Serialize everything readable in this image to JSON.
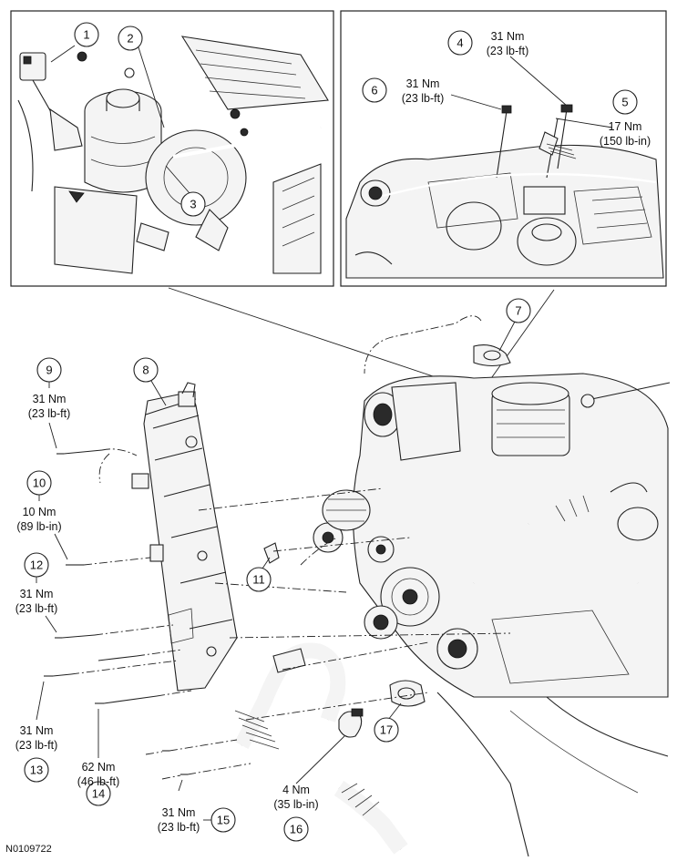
{
  "figure_id": "N0109722",
  "callouts": [
    {
      "num": "1"
    },
    {
      "num": "2"
    },
    {
      "num": "3"
    },
    {
      "num": "4",
      "torque": [
        "31 Nm",
        "(23 lb-ft)"
      ]
    },
    {
      "num": "5",
      "torque": [
        "17 Nm",
        "(150 lb-in)"
      ]
    },
    {
      "num": "6",
      "torque": [
        "31 Nm",
        "(23 lb-ft)"
      ]
    },
    {
      "num": "7"
    },
    {
      "num": "8"
    },
    {
      "num": "9",
      "torque": [
        "31 Nm",
        "(23 lb-ft)"
      ]
    },
    {
      "num": "10",
      "torque": [
        "10 Nm",
        "(89 lb-in)"
      ]
    },
    {
      "num": "11"
    },
    {
      "num": "12",
      "torque": [
        "31 Nm",
        "(23 lb-ft)"
      ]
    },
    {
      "num": "13",
      "torque": [
        "31 Nm",
        "(23 lb-ft)"
      ]
    },
    {
      "num": "14",
      "torque": [
        "62 Nm",
        "(46 lb-ft)"
      ]
    },
    {
      "num": "15",
      "torque": [
        "31 Nm",
        "(23 lb-ft)"
      ]
    },
    {
      "num": "16",
      "torque": [
        "4 Nm",
        "(35 lb-in)"
      ]
    },
    {
      "num": "17"
    }
  ]
}
